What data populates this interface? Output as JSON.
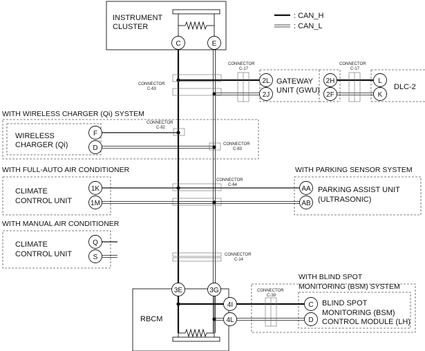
{
  "legend": {
    "can_h": ": CAN_H",
    "can_l": ": CAN_L"
  },
  "modules": {
    "instrument_cluster": [
      "INSTRUMENT",
      "CLUSTER"
    ],
    "gateway": [
      "GATEWAY",
      "UNIT (GWU)"
    ],
    "dlc": "DLC-2",
    "wireless_charger": [
      "WIRELESS",
      "CHARGER (Qi)"
    ],
    "climate_auto": [
      "CLIMATE",
      "CONTROL UNIT"
    ],
    "climate_manual": [
      "CLIMATE",
      "CONTROL UNIT"
    ],
    "parking_assist": [
      "PARKING ASSIST UNIT",
      "(ULTRASONIC)"
    ],
    "rbcm": "RBCM",
    "bsm": [
      "BLIND SPOT",
      "MONITORING (BSM)",
      "CONTROL MODULE (LH)"
    ]
  },
  "section_headings": {
    "wireless": "WITH WIRELESS CHARGER (Qi) SYSTEM",
    "full_auto": "WITH FULL-AUTO AIR CONDITIONER",
    "manual": "WITH MANUAL AIR CONDITIONER",
    "parking": "WITH PARKING SENSOR SYSTEM",
    "bsm": [
      "WITH BLIND SPOT",
      "MONITORING (BSM) SYSTEM"
    ]
  },
  "connectors": {
    "c63": [
      "CONNECTOR",
      "C-63"
    ],
    "c17a": [
      "CONNECTOR",
      "C-17"
    ],
    "c17b": [
      "CONNECTOR",
      "C-17"
    ],
    "c82": [
      "CONNECTOR",
      "C-82"
    ],
    "c83": [
      "CONNECTOR",
      "C-83"
    ],
    "c64": [
      "CONNECTOR",
      "C-64"
    ],
    "c14": [
      "CONNECTOR",
      "C-14"
    ],
    "c39": [
      "CONNECTOR",
      "C-39"
    ]
  },
  "pins": {
    "ic_c": "C",
    "ic_e": "E",
    "gw_2l": "2L",
    "gw_2j": "2J",
    "gw_2h": "2H",
    "gw_2f": "2F",
    "dlc_l": "L",
    "dlc_k": "K",
    "wc_f": "F",
    "wc_d": "D",
    "cc_1k": "1K",
    "cc_1m": "1M",
    "mc_q": "Q",
    "mc_s": "S",
    "pa_aa": "AA",
    "pa_ab": "AB",
    "rb_3e": "3E",
    "rb_3g": "3G",
    "rb_4i": "4I",
    "rb_4l": "4L",
    "bsm_c": "C",
    "bsm_d": "D"
  }
}
